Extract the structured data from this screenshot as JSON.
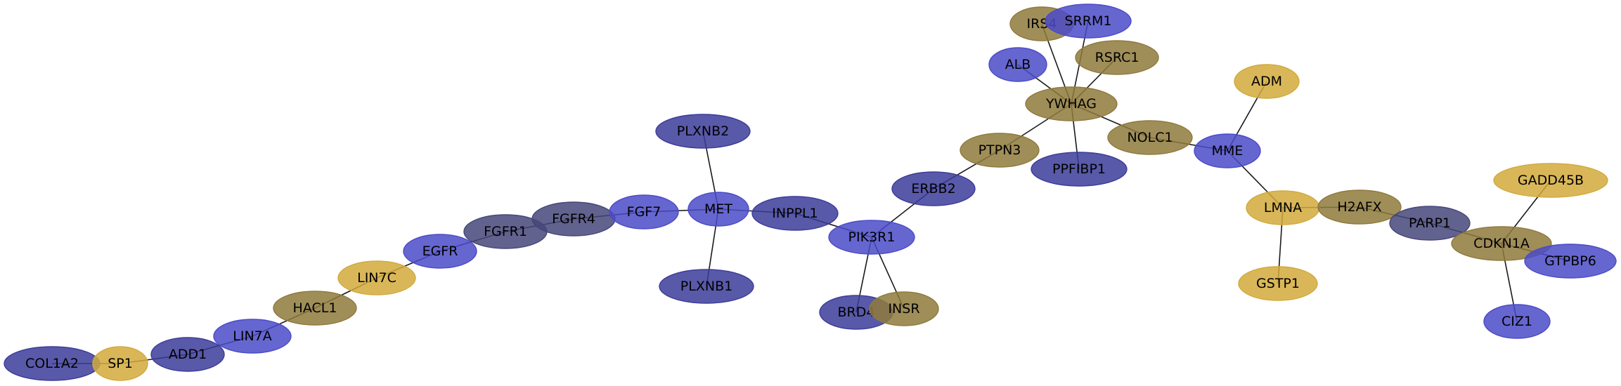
{
  "colors": {
    "blue": "#4b4bc8",
    "gold": "#d2aa3c",
    "olive": "#8f7a3c",
    "slate": "#46467a",
    "indigo": "#3c3c9a"
  },
  "nodes": [
    {
      "id": "COL1A2",
      "label": "COL1A2",
      "color": "indigo"
    },
    {
      "id": "SP1",
      "label": "SP1",
      "color": "gold"
    },
    {
      "id": "ADD1",
      "label": "ADD1",
      "color": "indigo"
    },
    {
      "id": "LIN7A",
      "label": "LIN7A",
      "color": "blue"
    },
    {
      "id": "HACL1",
      "label": "HACL1",
      "color": "olive"
    },
    {
      "id": "LIN7C",
      "label": "LIN7C",
      "color": "gold"
    },
    {
      "id": "EGFR",
      "label": "EGFR",
      "color": "blue"
    },
    {
      "id": "FGFR1",
      "label": "FGFR1",
      "color": "slate"
    },
    {
      "id": "FGFR4",
      "label": "FGFR4",
      "color": "slate"
    },
    {
      "id": "FGF7",
      "label": "FGF7",
      "color": "blue"
    },
    {
      "id": "MET",
      "label": "MET",
      "color": "blue"
    },
    {
      "id": "PLXNB2",
      "label": "PLXNB2",
      "color": "indigo"
    },
    {
      "id": "PLXNB1",
      "label": "PLXNB1",
      "color": "indigo"
    },
    {
      "id": "INPPL1",
      "label": "INPPL1",
      "color": "indigo"
    },
    {
      "id": "PIK3R1",
      "label": "PIK3R1",
      "color": "blue"
    },
    {
      "id": "BRD4",
      "label": "BRD4",
      "color": "indigo"
    },
    {
      "id": "INSR",
      "label": "INSR",
      "color": "olive"
    },
    {
      "id": "ERBB2",
      "label": "ERBB2",
      "color": "indigo"
    },
    {
      "id": "PTPN3",
      "label": "PTPN3",
      "color": "olive"
    },
    {
      "id": "YWHAG",
      "label": "YWHAG",
      "color": "olive"
    },
    {
      "id": "ALB",
      "label": "ALB",
      "color": "blue"
    },
    {
      "id": "IRS4",
      "label": "IRS4",
      "color": "olive"
    },
    {
      "id": "SRRM1",
      "label": "SRRM1",
      "color": "blue"
    },
    {
      "id": "RSRC1",
      "label": "RSRC1",
      "color": "olive"
    },
    {
      "id": "PPFIBP1",
      "label": "PPFIBP1",
      "color": "indigo"
    },
    {
      "id": "NOLC1",
      "label": "NOLC1",
      "color": "olive"
    },
    {
      "id": "MME",
      "label": "MME",
      "color": "blue"
    },
    {
      "id": "ADM",
      "label": "ADM",
      "color": "gold"
    },
    {
      "id": "LMNA",
      "label": "LMNA",
      "color": "gold"
    },
    {
      "id": "GSTP1",
      "label": "GSTP1",
      "color": "gold"
    },
    {
      "id": "H2AFX",
      "label": "H2AFX",
      "color": "olive"
    },
    {
      "id": "PARP1",
      "label": "PARP1",
      "color": "slate"
    },
    {
      "id": "CDKN1A",
      "label": "CDKN1A",
      "color": "olive"
    },
    {
      "id": "GADD45B",
      "label": "GADD45B",
      "color": "gold"
    },
    {
      "id": "GTPBP6",
      "label": "GTPBP6",
      "color": "blue"
    },
    {
      "id": "CIZ1",
      "label": "CIZ1",
      "color": "blue"
    }
  ],
  "edges": [
    [
      "COL1A2",
      "SP1"
    ],
    [
      "SP1",
      "ADD1"
    ],
    [
      "ADD1",
      "LIN7A"
    ],
    [
      "LIN7A",
      "HACL1"
    ],
    [
      "HACL1",
      "LIN7C"
    ],
    [
      "LIN7C",
      "EGFR"
    ],
    [
      "EGFR",
      "FGFR1"
    ],
    [
      "FGFR1",
      "FGFR4"
    ],
    [
      "FGFR4",
      "FGF7"
    ],
    [
      "FGF7",
      "MET"
    ],
    [
      "MET",
      "PLXNB2"
    ],
    [
      "MET",
      "PLXNB1"
    ],
    [
      "MET",
      "INPPL1"
    ],
    [
      "INPPL1",
      "PIK3R1"
    ],
    [
      "PIK3R1",
      "BRD4"
    ],
    [
      "PIK3R1",
      "INSR"
    ],
    [
      "PIK3R1",
      "ERBB2"
    ],
    [
      "ERBB2",
      "PTPN3"
    ],
    [
      "PTPN3",
      "YWHAG"
    ],
    [
      "YWHAG",
      "ALB"
    ],
    [
      "YWHAG",
      "IRS4"
    ],
    [
      "YWHAG",
      "SRRM1"
    ],
    [
      "YWHAG",
      "RSRC1"
    ],
    [
      "YWHAG",
      "PPFIBP1"
    ],
    [
      "YWHAG",
      "NOLC1"
    ],
    [
      "NOLC1",
      "MME"
    ],
    [
      "MME",
      "ADM"
    ],
    [
      "MME",
      "LMNA"
    ],
    [
      "LMNA",
      "GSTP1"
    ],
    [
      "LMNA",
      "H2AFX"
    ],
    [
      "H2AFX",
      "PARP1"
    ],
    [
      "PARP1",
      "CDKN1A"
    ],
    [
      "CDKN1A",
      "GADD45B"
    ],
    [
      "CDKN1A",
      "GTPBP6"
    ],
    [
      "CDKN1A",
      "CIZ1"
    ]
  ]
}
